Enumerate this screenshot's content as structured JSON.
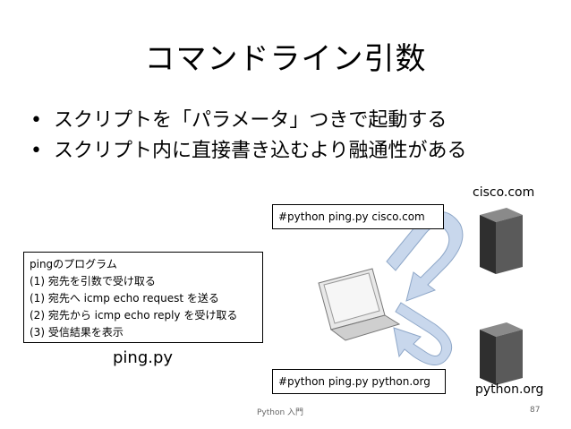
{
  "title": "コマンドライン引数",
  "bullets": [
    "スクリプトを「パラメータ」つきで起動する",
    "スクリプト内に直接書き込むより融通性がある"
  ],
  "bullet_symbol": "•",
  "command_top": "#python ping.py cisco.com",
  "command_bottom": "#python ping.py python.org",
  "program": {
    "heading": "pingのプログラム",
    "steps": [
      "(1) 宛先を引数で受け取る",
      "(1) 宛先へ icmp echo request を送る",
      "(2) 宛先から icmp echo reply を受け取る",
      "(3) 受信結果を表示"
    ]
  },
  "script_name": "ping.py",
  "hosts": {
    "top": "cisco.com",
    "bottom": "python.org"
  },
  "footer": "Python 入門",
  "page_number": "87",
  "colors": {
    "arrow_fill": "#c5d5ea",
    "arrow_stroke": "#8ea7c8",
    "server_dark": "#3a3a3a",
    "server_side": "#6e6e6e"
  }
}
